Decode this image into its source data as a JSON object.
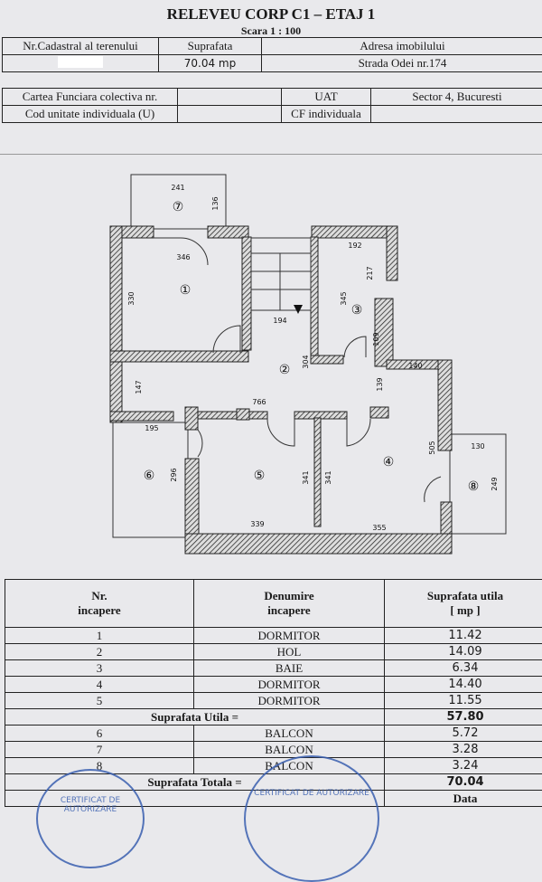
{
  "header": {
    "title": "RELEVEU CORP C1 – ETAJ 1",
    "scale": "Scara 1 : 100"
  },
  "info": {
    "cadastral_label": "Nr.Cadastral al terenului",
    "surface_label": "Suprafata",
    "address_label": "Adresa imobilului",
    "surface_value": "70.04 mp",
    "address_value": "Strada Odei nr.174",
    "cf_label": "Cartea Funciara colectiva nr.",
    "uat_label": "UAT",
    "uat_value": "Sector 4, Bucuresti",
    "unit_label": "Cod unitate individuala (U)",
    "cf_ind_label": "CF individuala"
  },
  "plan": {
    "rooms": [
      "①",
      "②",
      "③",
      "④",
      "⑤",
      "⑥",
      "⑦",
      "⑧"
    ],
    "dims": {
      "d241": "241",
      "d136": "136",
      "d346": "346",
      "d330": "330",
      "d192": "192",
      "d217": "217",
      "d345": "345",
      "d194": "194",
      "d304": "304",
      "d109": "109",
      "d140": "140",
      "d147": "147",
      "d766": "766",
      "d139": "139",
      "d505": "505",
      "d195": "195",
      "d296": "296",
      "d341a": "341",
      "d341b": "341",
      "d130": "130",
      "d249": "249",
      "d339": "339",
      "d355": "355"
    }
  },
  "table": {
    "headers": {
      "nr": "Nr.\nincapere",
      "name": "Denumire\nincapere",
      "area": "Suprafata utila\n[ mp ]"
    },
    "rows": [
      {
        "nr": "1",
        "name": "DORMITOR",
        "area": "11.42"
      },
      {
        "nr": "2",
        "name": "HOL",
        "area": "14.09"
      },
      {
        "nr": "3",
        "name": "BAIE",
        "area": "6.34"
      },
      {
        "nr": "4",
        "name": "DORMITOR",
        "area": "14.40"
      },
      {
        "nr": "5",
        "name": "DORMITOR",
        "area": "11.55"
      }
    ],
    "useful_label": "Suprafata Utila =",
    "useful_value": "57.80",
    "balconies": [
      {
        "nr": "6",
        "name": "BALCON",
        "area": "5.72"
      },
      {
        "nr": "7",
        "name": "BALCON",
        "area": "3.28"
      },
      {
        "nr": "8",
        "name": "BALCON",
        "area": "3.24"
      }
    ],
    "total_label": "Suprafata Totala =",
    "total_value": "70.04",
    "date_label": "Data"
  },
  "stamps": {
    "text": "CERTIFICAT DE AUTORIZARE"
  }
}
